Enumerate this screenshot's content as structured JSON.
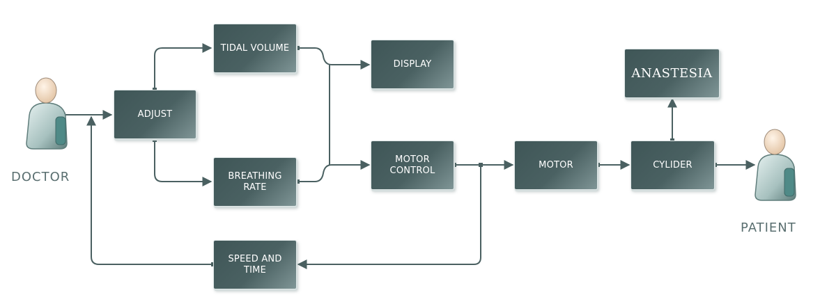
{
  "actors": {
    "doctor": {
      "label": "DOCTOR",
      "icon": "person-icon"
    },
    "patient": {
      "label": "PATIENT",
      "icon": "person-icon"
    }
  },
  "blocks": {
    "adjust": "ADJUST",
    "tidal_volume": "TIDAL VOLUME",
    "breathing_rate": "BREATHING\nRATE",
    "display": "DISPLAY",
    "motor_control": "MOTOR\nCONTROL",
    "motor": "MOTOR",
    "cylider": "CYLIDER",
    "anastesia": "ANASTESIA",
    "speed_and_time": "SPEED AND\nTIME"
  },
  "colors": {
    "block_fill": "#455c5d",
    "connector": "#4a6061",
    "caption": "#5a6f70"
  }
}
